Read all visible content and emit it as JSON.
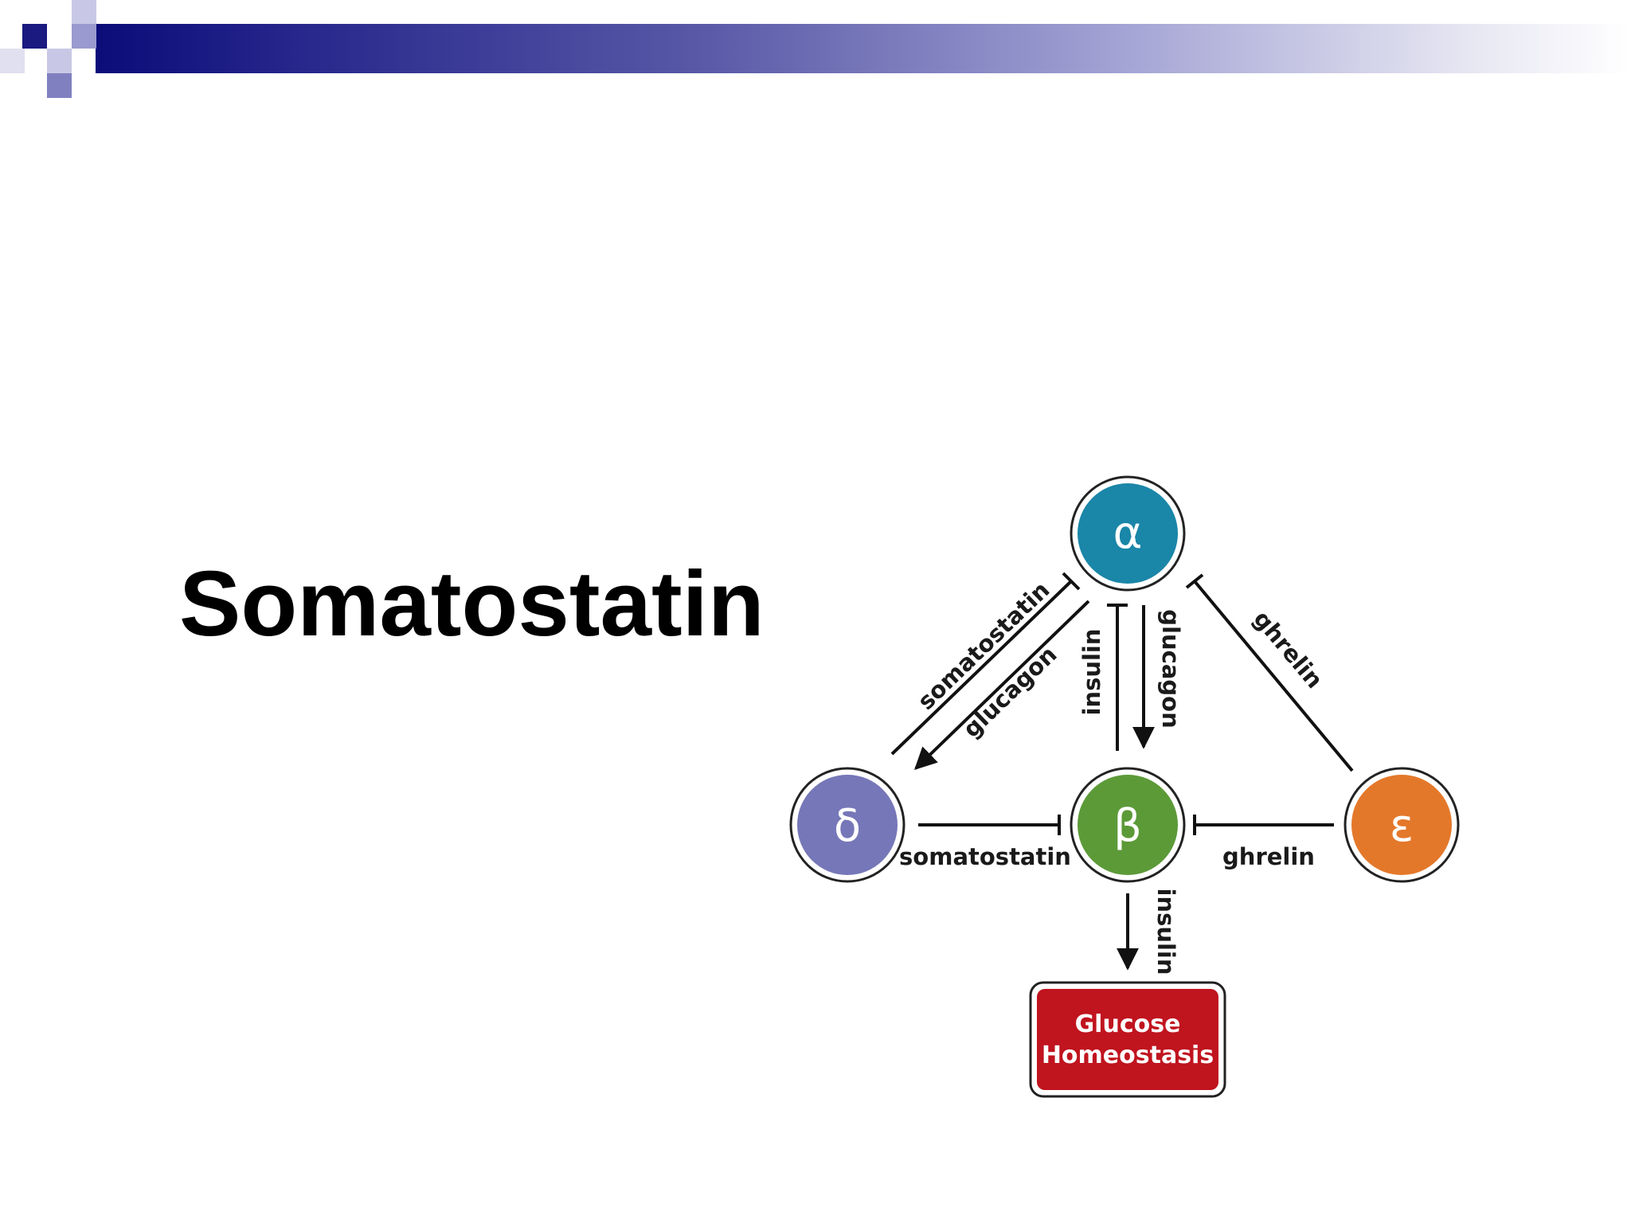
{
  "slide": {
    "title": "Somatostatin"
  },
  "theme": {
    "header_colors": [
      "#0c0c7a",
      "#5a5aa8",
      "#e8e8f3"
    ],
    "deco_dark": "#1a1a80",
    "deco_mid": "#8080c0",
    "deco_light": "#c8c8e6"
  },
  "diagram": {
    "nodes": {
      "alpha": {
        "symbol": "α",
        "color": "#1a86a8"
      },
      "delta": {
        "symbol": "δ",
        "color": "#7677b8"
      },
      "beta": {
        "symbol": "β",
        "color": "#5c9a38"
      },
      "epsilon": {
        "symbol": "ε",
        "color": "#e4782a"
      }
    },
    "outcome": {
      "line1": "Glucose",
      "line2": "Homeostasis",
      "color": "#c0141f"
    },
    "edges": [
      {
        "from": "delta",
        "to": "alpha",
        "label": "somatostatin",
        "effect": "inhibits"
      },
      {
        "from": "alpha",
        "to": "delta",
        "label": "glucagon",
        "effect": "stimulates"
      },
      {
        "from": "beta",
        "to": "alpha",
        "label": "insulin",
        "effect": "inhibits"
      },
      {
        "from": "alpha",
        "to": "beta",
        "label": "glucagon",
        "effect": "stimulates"
      },
      {
        "from": "epsilon",
        "to": "alpha",
        "label": "ghrelin",
        "effect": "inhibits"
      },
      {
        "from": "delta",
        "to": "beta",
        "label": "somatostatin",
        "effect": "inhibits"
      },
      {
        "from": "epsilon",
        "to": "beta",
        "label": "ghrelin",
        "effect": "inhibits"
      },
      {
        "from": "beta",
        "to": "outcome",
        "label": "insulin",
        "effect": "stimulates"
      }
    ]
  }
}
